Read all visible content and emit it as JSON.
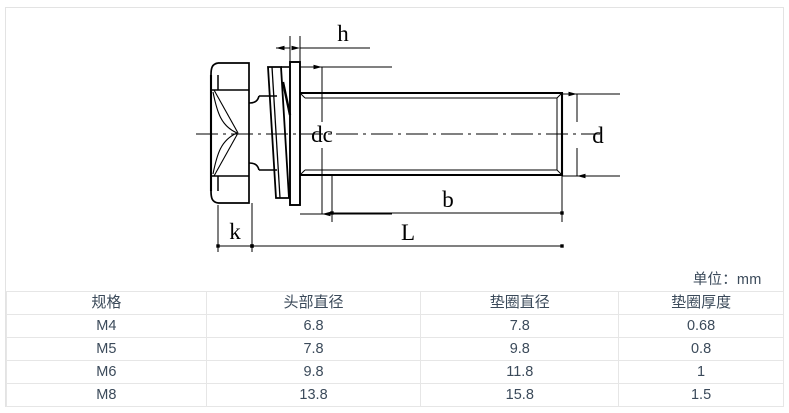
{
  "diagram": {
    "title": "hex-bolt-with-spring-and-flat-washer-assembly",
    "labels": {
      "h": "h",
      "dc": "dc",
      "d": "d",
      "k": "k",
      "b": "b",
      "L": "L"
    },
    "colors": {
      "line": "#000000",
      "frame_border": "#e3e3e3",
      "table_border": "#e6e6e6",
      "text": "#3b4a5a"
    }
  },
  "table": {
    "unit_note": "单位：mm",
    "columns": [
      "规格",
      "头部直径",
      "垫圈直径",
      "垫圈厚度"
    ],
    "rows": [
      [
        "M4",
        "6.8",
        "7.8",
        "0.68"
      ],
      [
        "M5",
        "7.8",
        "9.8",
        "0.8"
      ],
      [
        "M6",
        "9.8",
        "11.8",
        "1"
      ],
      [
        "M8",
        "13.8",
        "15.8",
        "1.5"
      ]
    ]
  }
}
